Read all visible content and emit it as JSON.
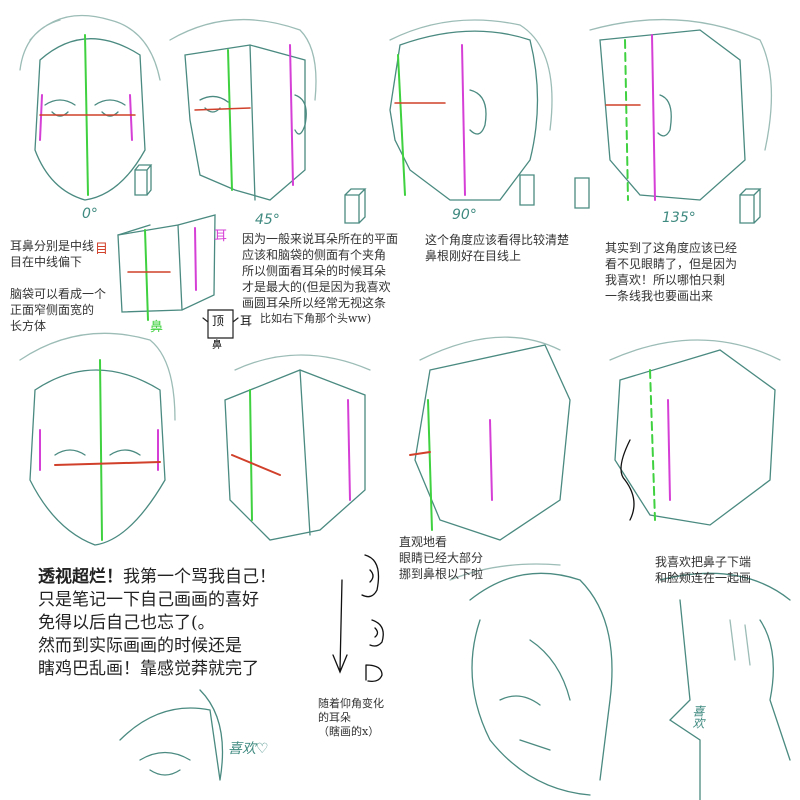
{
  "angles": [
    "0°",
    "45°",
    "90°",
    "135°"
  ],
  "box_labels": {
    "eye": "目",
    "ear": "耳",
    "nose": "鼻"
  },
  "top_view_labels": {
    "top": "顶",
    "ear": "耳",
    "nose": "鼻"
  },
  "notes": {
    "midline": [
      "耳鼻分别是中线",
      "目在中线偏下"
    ],
    "box": [
      "脑袋可以看成一个",
      "正面窄侧面宽的",
      "长方体"
    ],
    "ear_angle": [
      "因为一般来说耳朵所在的平面",
      "应该和脑袋的侧面有个夹角",
      "所以侧面看耳朵的时候耳朵",
      "才是最大的(但是因为我喜欢",
      "画圆耳朵所以经常无视这条",
      "比如右下角那个头ww)"
    ],
    "profile": [
      "这个角度应该看得比较清楚",
      "鼻根刚好在目线上"
    ],
    "back_angle": [
      "其实到了这角度应该已经",
      "看不见眼睛了，但是因为",
      "我喜欢！所以哪怕只剩",
      "一条线我也要画出来"
    ],
    "eyes_below": [
      "直观地看",
      "眼睛已经大部分",
      "挪到鼻根以下啦"
    ],
    "nose_cheek": [
      "我喜欢把鼻子下端",
      "和脸颊连在一起画"
    ],
    "main_bold": "透视超烂！",
    "main": [
      "我第一个骂我自己！",
      "只是笔记一下自己画画的喜好",
      "免得以后自己也忘了(。",
      "然而到实际画画的时候还是",
      "瞎鸡巴乱画！靠感觉莽就完了"
    ],
    "ear_pitch": [
      "随着仰角变化",
      "的耳朵",
      "（瞎画的x）"
    ]
  },
  "signatures": [
    "喜欢♡",
    "喜欢"
  ],
  "colors": {
    "sketch": "#4a8a80",
    "nose_line": "#3fd13f",
    "ear_line": "#d63fd6",
    "eye_line": "#d0402a",
    "text": "#333333"
  }
}
